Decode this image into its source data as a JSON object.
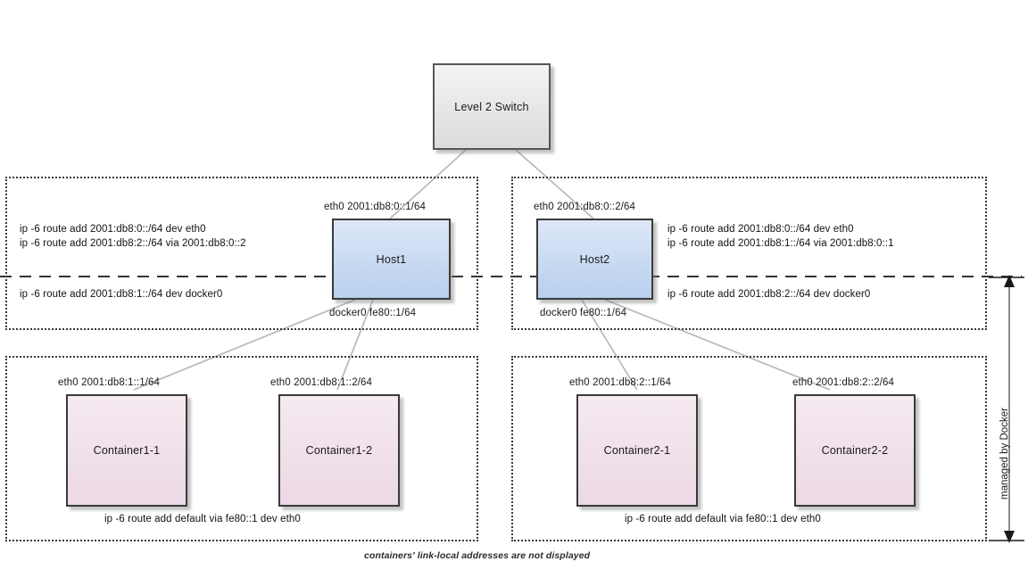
{
  "diagram": {
    "title_note": "containers' link-local addresses are not displayed",
    "managed_label": "managed by Docker",
    "colors": {
      "switch_fill": "#e6e6e6",
      "host_fill": "#c6d9f1",
      "container_fill": "#efdfe9",
      "border": "#3a3a3a",
      "wire": "#b0b0b0",
      "dashed_divider": "#333333"
    }
  },
  "switch": {
    "label": "Level 2 Switch"
  },
  "hosts": [
    {
      "name": "Host1",
      "eth0_label": "eth0 2001:db8:0::1/64",
      "docker0_label": "docker0 fe80::1/64",
      "routes_above": [
        "ip -6 route add 2001:db8:0::/64 dev eth0",
        "ip -6 route add 2001:db8:2::/64 via  2001:db8:0::2"
      ],
      "routes_below": [
        "ip -6 route add 2001:db8:1::/64 dev docker0"
      ]
    },
    {
      "name": "Host2",
      "eth0_label": "eth0 2001:db8:0::2/64",
      "docker0_label": "docker0 fe80::1/64",
      "routes_above": [
        "ip -6 route add 2001:db8:0::/64 dev eth0",
        "ip -6 route add 2001:db8:1::/64 via  2001:db8:0::1"
      ],
      "routes_below": [
        "ip -6 route add 2001:db8:2::/64 dev docker0"
      ]
    }
  ],
  "container_groups": [
    {
      "route": "ip -6 route add default via fe80::1 dev eth0",
      "containers": [
        {
          "name": "Container1-1",
          "eth0_label": "eth0 2001:db8:1::1/64"
        },
        {
          "name": "Container1-2",
          "eth0_label": "eth0 2001:db8:1::2/64"
        }
      ]
    },
    {
      "route": "ip -6 route add default via fe80::1 dev eth0",
      "containers": [
        {
          "name": "Container2-1",
          "eth0_label": "eth0 2001:db8:2::1/64"
        },
        {
          "name": "Container2-2",
          "eth0_label": "eth0 2001:db8:2::2/64"
        }
      ]
    }
  ]
}
